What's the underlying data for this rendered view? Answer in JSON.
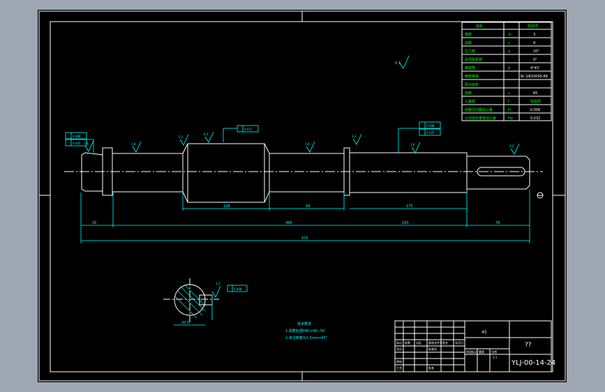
{
  "drawing": {
    "title_code": "YLJ-00-14-24",
    "title_mark": "??",
    "material": "45",
    "tech_notes": {
      "heading": "技术要求",
      "line1": "1.调质处理HRC=40~50",
      "line2": "2.未注倒角为1.5mm×45°"
    }
  },
  "params": [
    {
      "name": "模数",
      "sym": "m",
      "val": "3"
    },
    {
      "name": "齿数",
      "sym": "z",
      "val": "9"
    },
    {
      "name": "压力角",
      "sym": "α",
      "val": "20°"
    },
    {
      "name": "齿顶高系数",
      "sym": "",
      "val": "0°"
    },
    {
      "name": "螺旋角",
      "sym": "β",
      "val": "4°45'"
    },
    {
      "name": "精度等级",
      "sym": "",
      "val": "8c GB10095-88"
    },
    {
      "name": "配对齿轮",
      "sym": "",
      "val": ""
    },
    {
      "name": "齿数",
      "sym": "z",
      "val": "65"
    },
    {
      "name": "公差组",
      "sym": "f",
      "val": "检验项"
    },
    {
      "name": "齿圈径向跳动公差",
      "sym": "Fr",
      "val": "0.056"
    },
    {
      "name": "公法线长度变动公差",
      "sym": "Fw",
      "val": "0.032"
    }
  ],
  "dims": {
    "d1": "26",
    "d2": "368",
    "d3": "183",
    "d4": "78",
    "total": "570",
    "s1": "108",
    "s2": "93",
    "s3": "175",
    "ra1": "3.2",
    "ra2": "1.6",
    "ra3": "6.3"
  },
  "tolerances": {
    "t1": "0.008",
    "t2": "0.025",
    "t3": "0.008",
    "t4": "0.037"
  },
  "section": {
    "width": "20.5"
  },
  "title_block": {
    "labels": [
      "标记",
      "处数",
      "分区",
      "更改文件号",
      "签名",
      "年月日",
      "设计",
      "标准化",
      "审核",
      "工艺",
      "批准"
    ],
    "stage_label": "阶段标记",
    "weight_label": "重量",
    "scale_label": "比例",
    "scale_value": "1:1"
  }
}
